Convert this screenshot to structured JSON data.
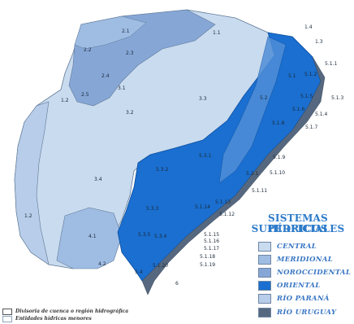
{
  "legend": {
    "title_line1": "SISTEMAS HÍDRICOS",
    "title_line2": "SUPERFICIALES",
    "items": [
      {
        "label": "CENTRAL",
        "color": "#c9dbef"
      },
      {
        "label": "MERIDIONAL",
        "color": "#9fbde3"
      },
      {
        "label": "NOROCCIDENTAL",
        "color": "#86a7d6"
      },
      {
        "label": "ORIENTAL",
        "color": "#1a6fd0"
      },
      {
        "label": "RÍO PARANÁ",
        "color": "#b7cde9"
      },
      {
        "label": "RÍO URUGUAY",
        "color": "#56687f"
      }
    ]
  },
  "bottom_legend": {
    "basin_divide": "Divisoria de cuenca o región hidrográfica",
    "minor_entities": "Entidades hídricas menores"
  },
  "region_labels": [
    "2.1",
    "2.2",
    "2.3",
    "2.4",
    "2.5",
    "1.1",
    "1.2",
    "1.2",
    "1.3",
    "1.4",
    "3.1",
    "3.2",
    "3.3",
    "3.4",
    "4.1",
    "4.2",
    "5.1",
    "5.2",
    "5.3.1",
    "5.3.2",
    "5.3.3",
    "5.1.1",
    "5.1.2",
    "5.1.3",
    "5.1.4",
    "5.1.5",
    "5.1.6",
    "5.1.7",
    "5.1.8",
    "5.1.9",
    "5.1.10",
    "5.1.11",
    "5.1.12",
    "5.1.13",
    "5.1.14",
    "5.1.15",
    "5.1.16",
    "5.1.17",
    "5.1.18",
    "5.1.19",
    "5.1.20",
    "5.2.1",
    "5.3.4",
    "5.3.5",
    "5.4",
    "6"
  ]
}
